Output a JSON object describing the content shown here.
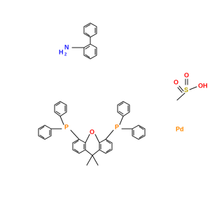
{
  "labels": {
    "N": "N",
    "H": "H",
    "H2": "2",
    "S": "S",
    "O": "O",
    "OH": "OH",
    "P": "P",
    "Pd": "Pd"
  },
  "colors": {
    "bond": "#1a1a1a",
    "nitrogen": "#2020ff",
    "oxygen": "#ff0d0d",
    "sulfur": "#b5a300",
    "phosphorus": "#ff8000",
    "palladium": "#ff8a00"
  }
}
